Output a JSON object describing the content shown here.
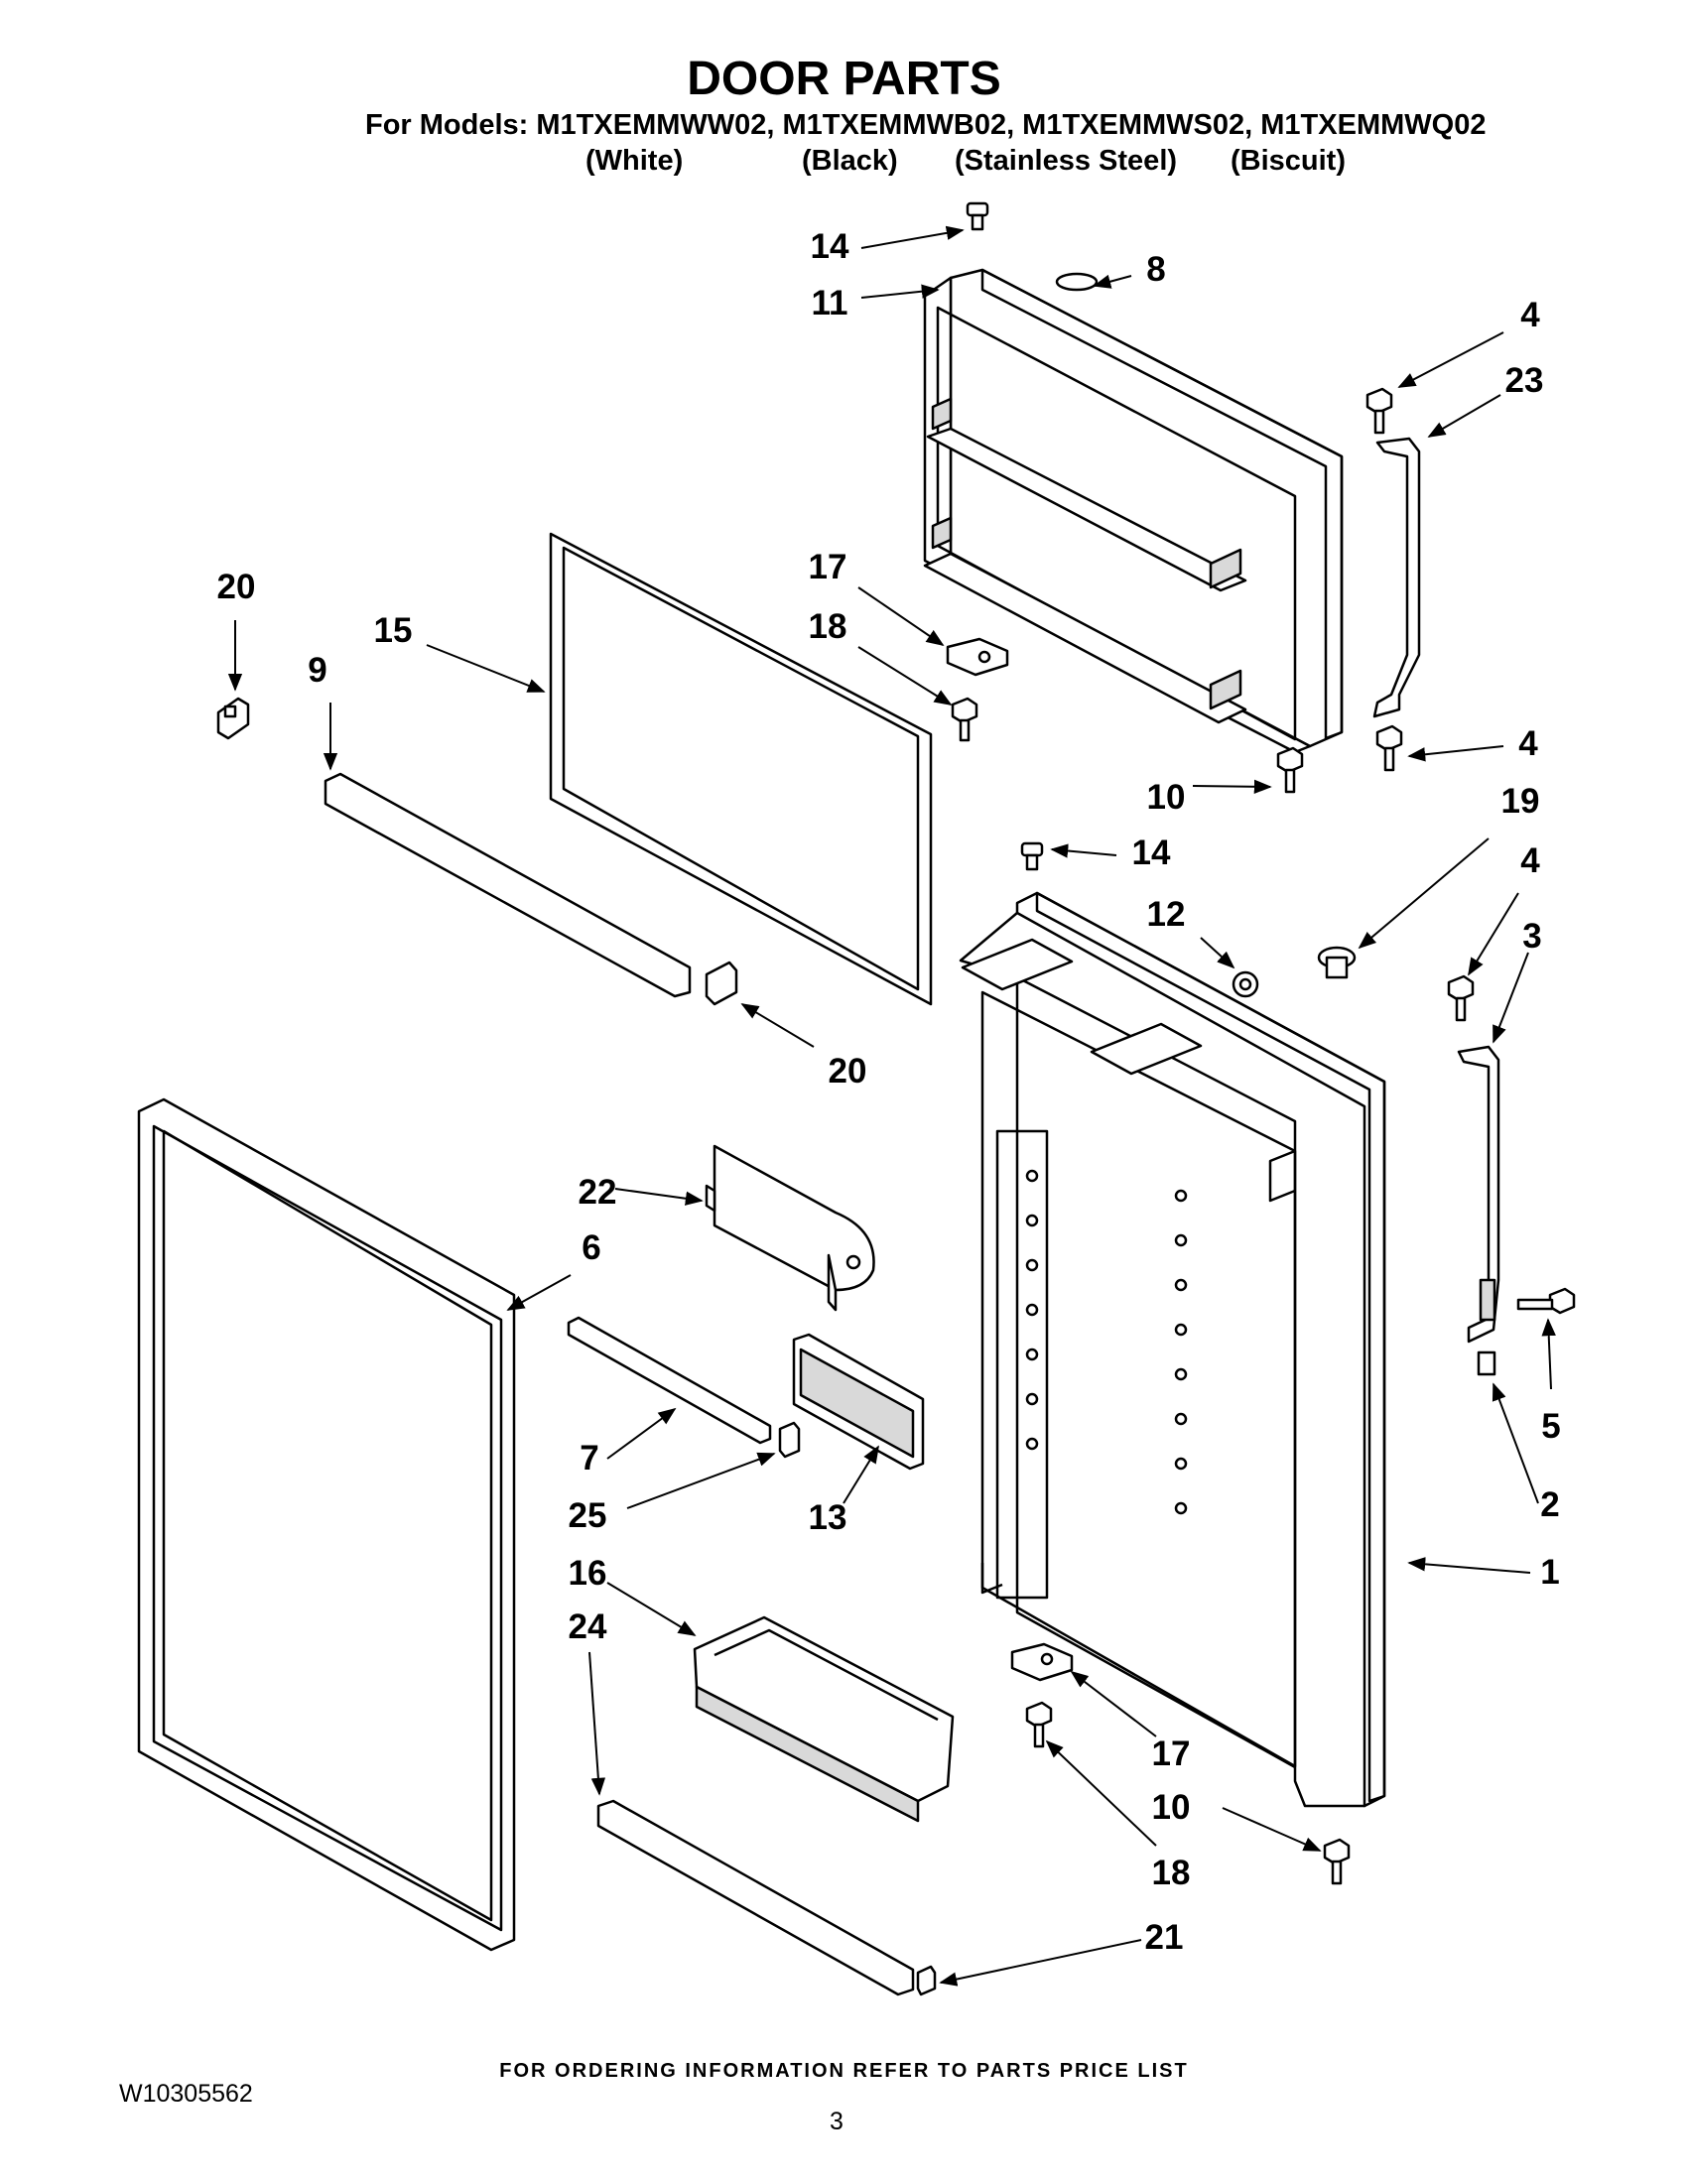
{
  "header": {
    "title": "DOOR PARTS",
    "models": "For Models: M1TXEMMWW02, M1TXEMMWB02, M1TXEMMWS02, M1TXEMMWQ02",
    "colors": [
      "(White)",
      "(Black)",
      "(Stainless Steel)",
      "(Biscuit)"
    ]
  },
  "callouts": {
    "c1": "1",
    "c2": "2",
    "c3": "3",
    "c4a": "4",
    "c4b": "4",
    "c4c": "4",
    "c5": "5",
    "c6": "6",
    "c7": "7",
    "c8": "8",
    "c9": "9",
    "c10a": "10",
    "c10b": "10",
    "c11": "11",
    "c12": "12",
    "c13": "13",
    "c14a": "14",
    "c14b": "14",
    "c15": "15",
    "c16": "16",
    "c17a": "17",
    "c17b": "17",
    "c18a": "18",
    "c18b": "18",
    "c19": "19",
    "c20a": "20",
    "c20b": "20",
    "c21": "21",
    "c22": "22",
    "c23": "23",
    "c24": "24",
    "c25": "25"
  },
  "footer": {
    "ordering_note": "FOR ORDERING INFORMATION REFER TO PARTS PRICE LIST",
    "doc_number": "W10305562",
    "page_number": "3"
  }
}
